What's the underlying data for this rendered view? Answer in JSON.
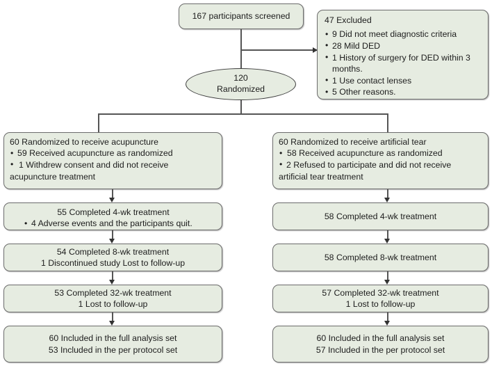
{
  "diagram": {
    "title": "CONSORT participant flow diagram",
    "type": "flowchart",
    "colors": {
      "node_fill": "#e6ece1",
      "node_border": "#6b6b6b",
      "connector": "#555555",
      "text": "#1c1c1c"
    }
  },
  "nodes": {
    "screened": {
      "name": "screened-box",
      "text": "167  participants screened"
    },
    "excluded": {
      "name": "excluded-box",
      "heading": "47 Excluded",
      "items": [
        "9 Did not meet diagnostic criteria",
        "28 Mild DED",
        "1 History of  surgery for DED within 3 months.",
        "1 Use contact lenses",
        "5 Other reasons."
      ]
    },
    "randomized": {
      "name": "randomized-ellipse",
      "line1": "120",
      "line2": "Randomized"
    },
    "left": {
      "allocation": {
        "name": "acupuncture-allocation-box",
        "heading": "60 Randomized to receive acupuncture",
        "items": [
          "59 Received acupuncture as randomized",
          "1 Withdrew consent and did not receive"
        ],
        "tail": "acupuncture treatment"
      },
      "wk4": {
        "name": "acupuncture-4wk-box",
        "heading": "55 Completed 4-wk treatment",
        "items": [
          "4 Adverse events and the participants quit."
        ]
      },
      "wk8": {
        "name": "acupuncture-8wk-box",
        "line1": "54 Completed  8-wk treatment",
        "line2": "1 Discontinued study Lost to follow-up"
      },
      "wk32": {
        "name": "acupuncture-32wk-box",
        "line1": "53 Completed 32-wk treatment",
        "line2": "1  Lost to follow-up"
      },
      "analysis": {
        "name": "acupuncture-analysis-box",
        "line1": "60 Included in the full analysis set",
        "line2": "53 Included in the per protocol set"
      }
    },
    "right": {
      "allocation": {
        "name": "artificial-tear-allocation-box",
        "heading": "60 Randomized to receive artificial tear",
        "items": [
          "58  Received acupuncture as randomized",
          "2 Refused to participate and did not receive"
        ],
        "tail": "artificial tear treatment"
      },
      "wk4": {
        "name": "artificial-tear-4wk-box",
        "line1": "58 Completed 4-wk treatment"
      },
      "wk8": {
        "name": "artificial-tear-8wk-box",
        "line1": "58 Completed 8-wk treatment"
      },
      "wk32": {
        "name": "artificial-tear-32wk-box",
        "line1": "57 Completed 32-wk treatment",
        "line2": "1  Lost to follow-up"
      },
      "analysis": {
        "name": "artificial-tear-analysis-box",
        "line1": "60 Included in the full analysis set",
        "line2": "57 Included in the per protocol set"
      }
    }
  }
}
